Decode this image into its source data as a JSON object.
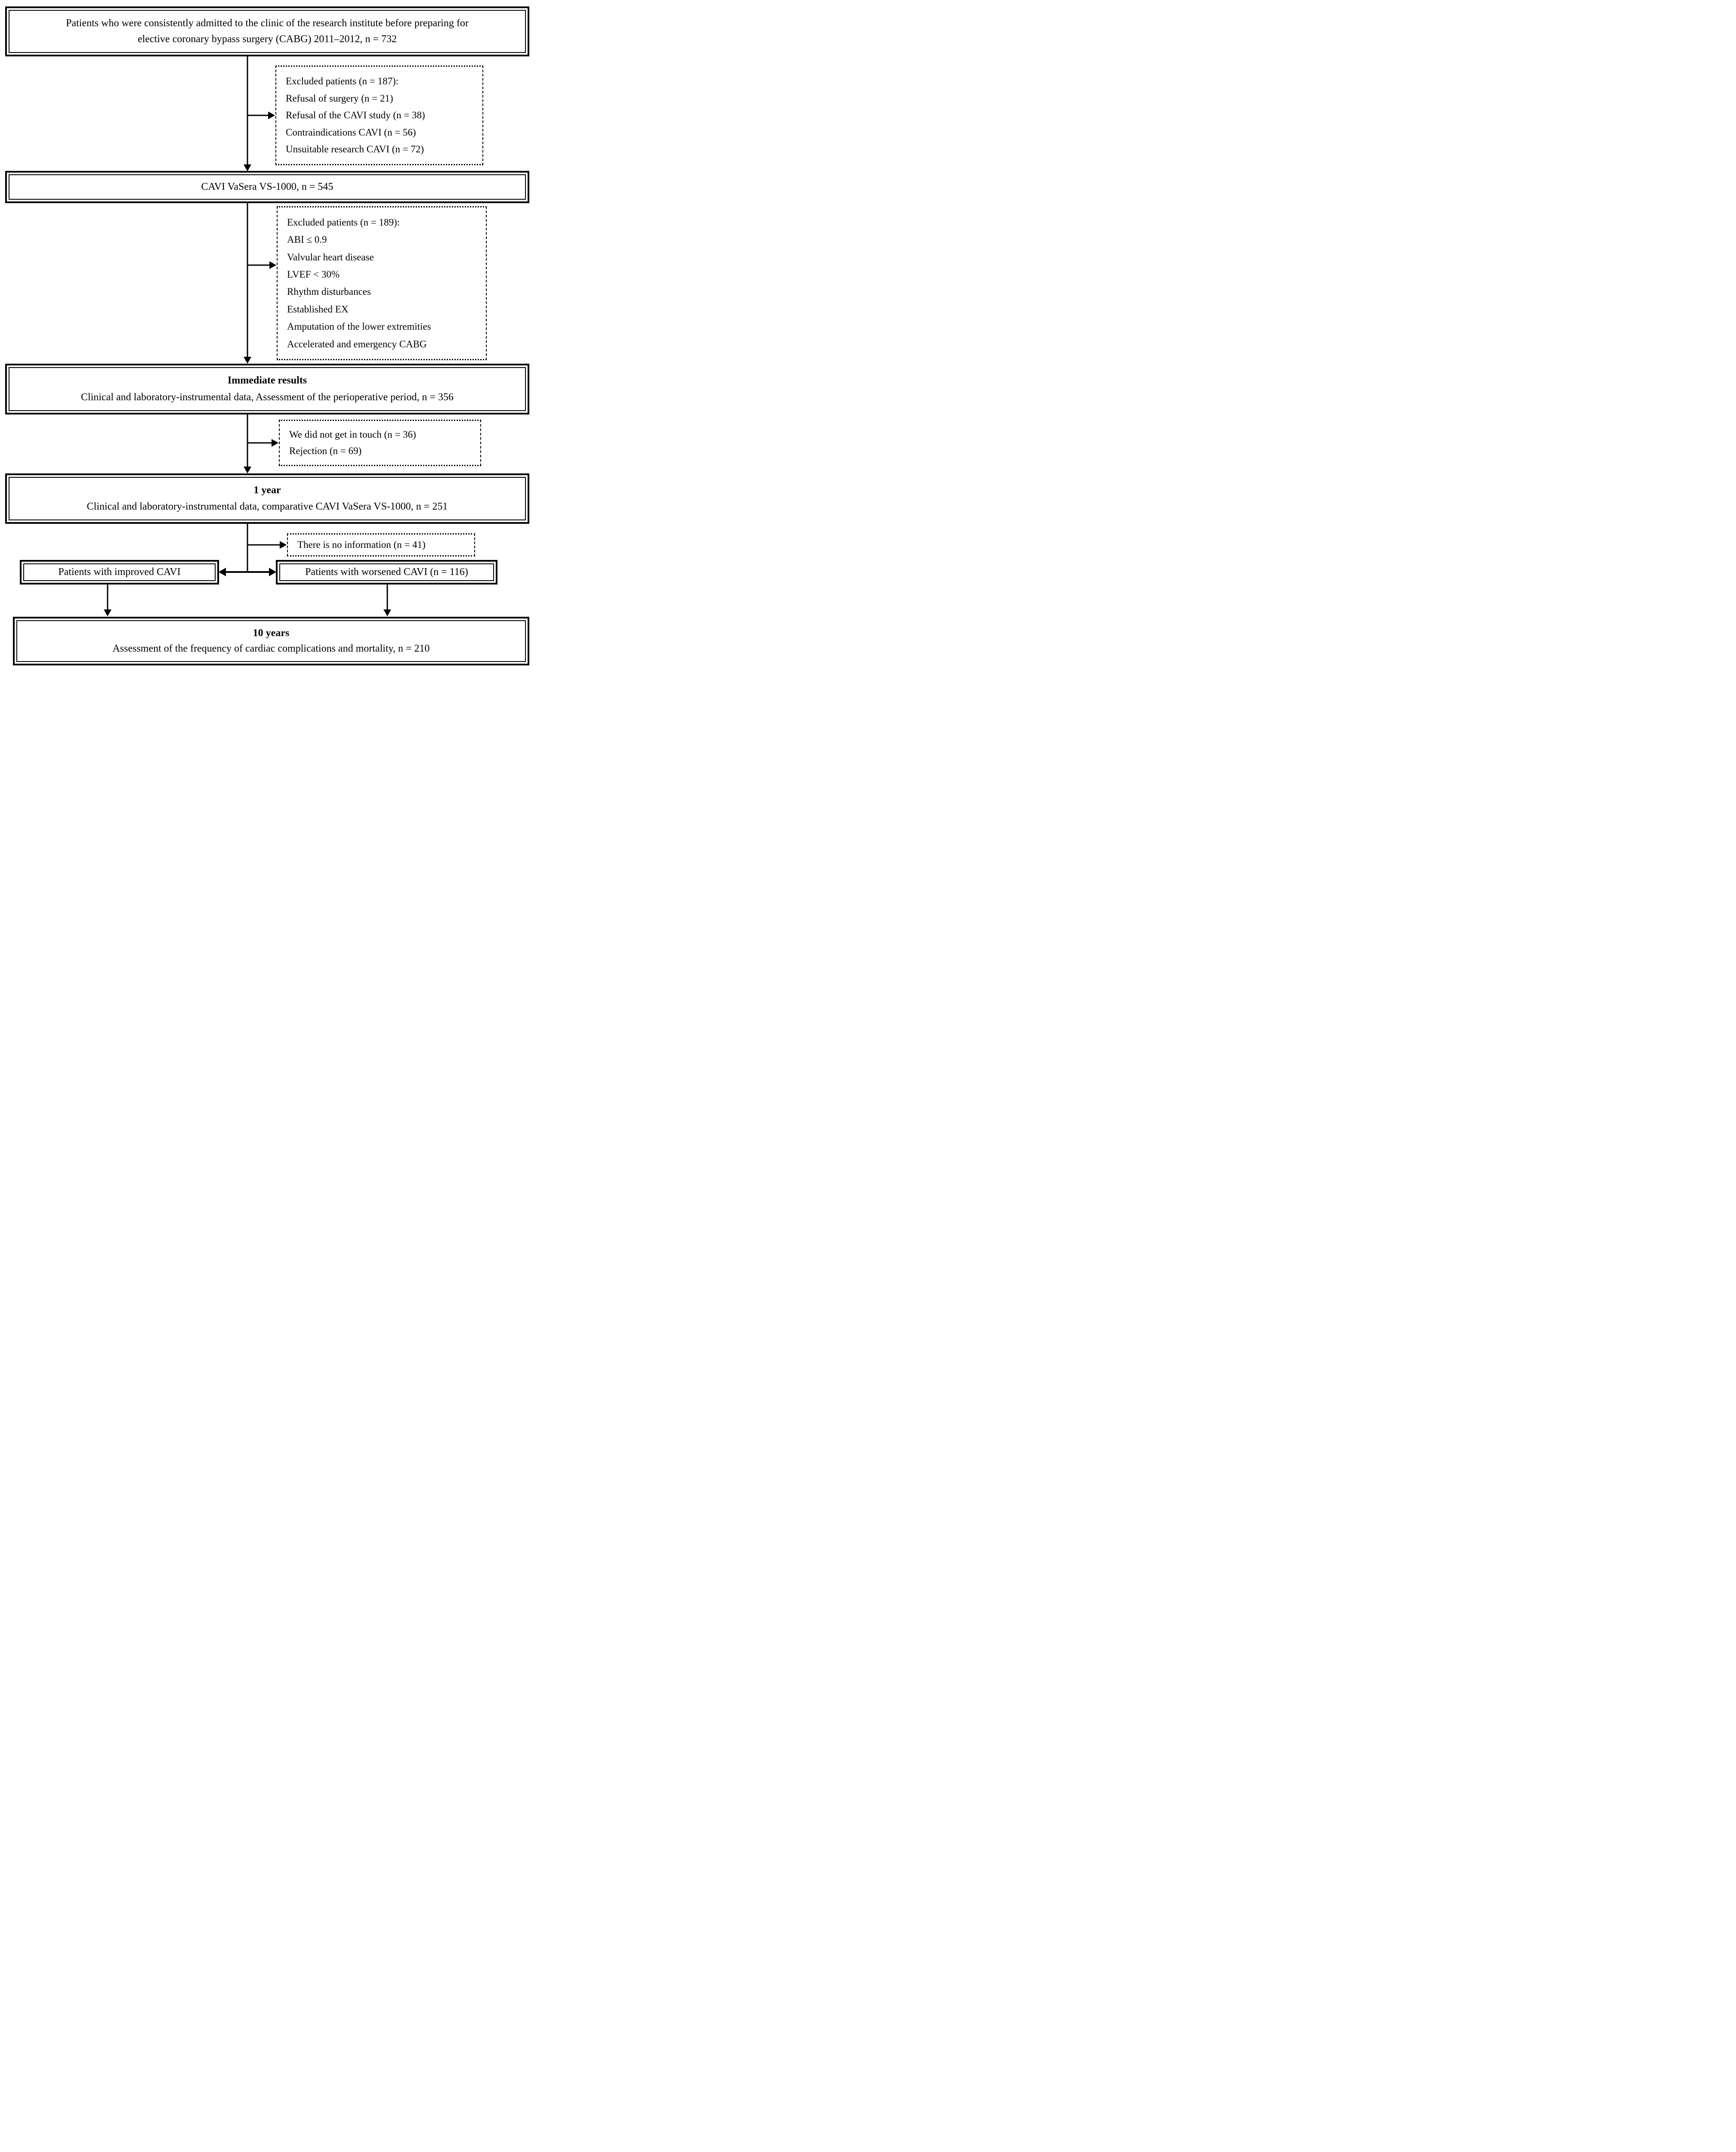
{
  "figure": {
    "background_color": "#ffffff",
    "line_color": "#000000"
  },
  "boxes": {
    "enrollment": {
      "line1": "Patients who were consistently admitted to the clinic of the research institute before preparing for",
      "line2": "elective coronary bypass surgery (CABG) 2011–2012, n = 732"
    },
    "cavi": {
      "text": "CAVI VaSera VS-1000, n = 545"
    },
    "immediate": {
      "title": "Immediate results",
      "subtitle": "Clinical and laboratory-instrumental data, Assessment of the perioperative period, n = 356"
    },
    "one_year": {
      "title": "1 year",
      "subtitle": "Clinical and laboratory-instrumental data, comparative CAVI VaSera VS-1000, n = 251"
    },
    "improved": {
      "text": "Patients with improved CAVI"
    },
    "worsened": {
      "text": "Patients with worsened CAVI (n = 116)"
    },
    "ten_years": {
      "title": "10 years",
      "subtitle": "Assessment of the frequency of cardiac complications and mortality, n = 210"
    }
  },
  "side_notes": {
    "excluded_1": {
      "lines": [
        "Excluded patients (n = 187):",
        "Refusal of surgery (n = 21)",
        "Refusal of the CAVI study (n = 38)",
        "Contraindications CAVI (n = 56)",
        "Unsuitable research CAVI (n = 72)"
      ]
    },
    "excluded_2": {
      "lines": [
        "Excluded patients (n = 189):",
        "ABI ≤ 0.9",
        "Valvular heart disease",
        "LVEF < 30%",
        "Rhythm disturbances",
        "Established EX",
        "Amputation of the lower extremities",
        "Accelerated and emergency CABG"
      ]
    },
    "followup_loss": {
      "lines": [
        "We did not get in touch (n = 36)",
        "Rejection (n = 69)"
      ]
    },
    "no_information": {
      "lines": [
        "There is no information (n = 41)"
      ]
    }
  }
}
